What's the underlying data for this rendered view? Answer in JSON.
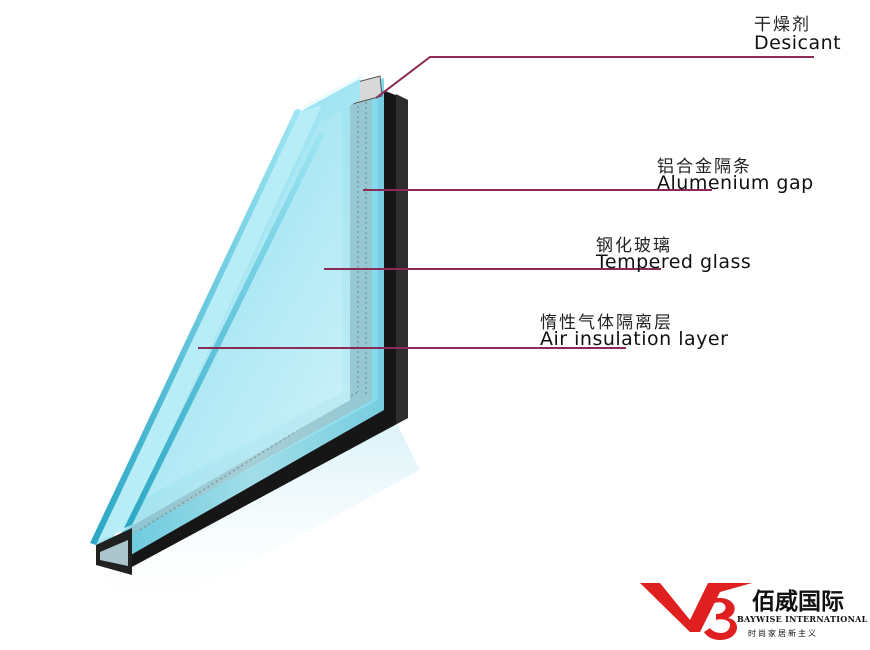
{
  "labels": {
    "desicant": {
      "cn": "干燥剂",
      "en": "Desicant"
    },
    "alumenium_gap": {
      "cn": "铝合金隔条",
      "en": "Alumenium  gap"
    },
    "tempered_glass": {
      "cn": "钢化玻璃",
      "en": "Tempered glass"
    },
    "air_insulation": {
      "cn": "惰性气体隔离层",
      "en": "Air insulation layer"
    }
  },
  "logo": {
    "name_cn": "佰威国际",
    "name_en": "BAYWISE INTERNATIONAL",
    "slogan_cn": "时尚家居新主义"
  },
  "colors": {
    "leader_line": "#8a2a55",
    "glass_light": "#c9f3fb",
    "glass_mid": "#7fd9ec",
    "glass_edge": "#3fb7d2",
    "frame_dark": "#1a1a1a",
    "logo_red": "#e02020"
  }
}
